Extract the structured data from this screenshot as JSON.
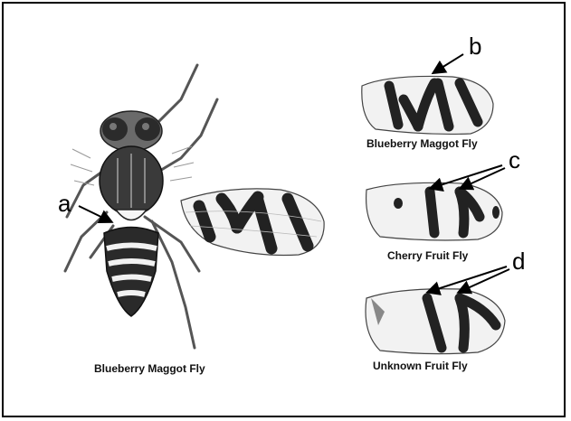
{
  "figure": {
    "captions": {
      "main_fly": "Blueberry Maggot Fly",
      "wing_b": "Blueberry Maggot Fly",
      "wing_c": "Cherry Fruit Fly",
      "wing_d": "Unknown Fruit Fly"
    },
    "labels": {
      "a": "a",
      "b": "b",
      "c": "c",
      "d": "d"
    }
  }
}
